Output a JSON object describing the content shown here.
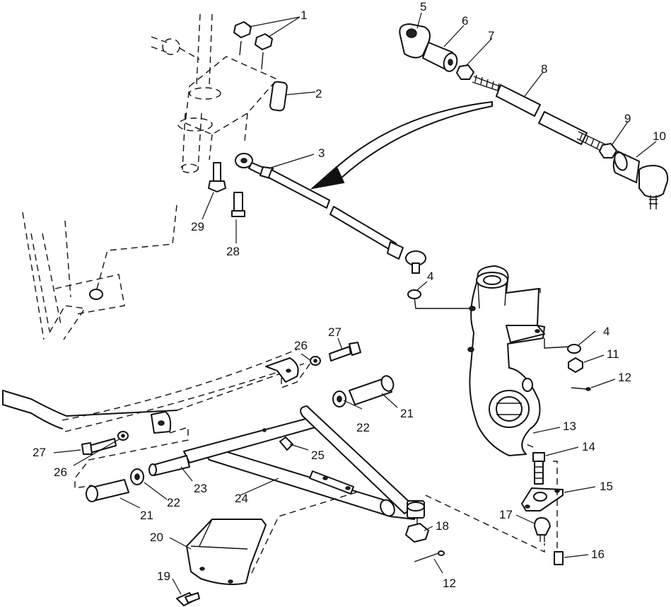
{
  "diagram": {
    "callouts": [
      {
        "id": "c1",
        "label": "1"
      },
      {
        "id": "c2",
        "label": "2"
      },
      {
        "id": "c3",
        "label": "3"
      },
      {
        "id": "c4a",
        "label": "4"
      },
      {
        "id": "c4b",
        "label": "4"
      },
      {
        "id": "c5",
        "label": "5"
      },
      {
        "id": "c6",
        "label": "6"
      },
      {
        "id": "c7",
        "label": "7"
      },
      {
        "id": "c8",
        "label": "8"
      },
      {
        "id": "c9",
        "label": "9"
      },
      {
        "id": "c10",
        "label": "10"
      },
      {
        "id": "c11",
        "label": "11"
      },
      {
        "id": "c12a",
        "label": "12"
      },
      {
        "id": "c12b",
        "label": "12"
      },
      {
        "id": "c13",
        "label": "13"
      },
      {
        "id": "c14",
        "label": "14"
      },
      {
        "id": "c15",
        "label": "15"
      },
      {
        "id": "c16",
        "label": "16"
      },
      {
        "id": "c17",
        "label": "17"
      },
      {
        "id": "c18",
        "label": "18"
      },
      {
        "id": "c19",
        "label": "19"
      },
      {
        "id": "c20",
        "label": "20"
      },
      {
        "id": "c21a",
        "label": "21"
      },
      {
        "id": "c21b",
        "label": "21"
      },
      {
        "id": "c22a",
        "label": "22"
      },
      {
        "id": "c22b",
        "label": "22"
      },
      {
        "id": "c23",
        "label": "23"
      },
      {
        "id": "c24",
        "label": "24"
      },
      {
        "id": "c25",
        "label": "25"
      },
      {
        "id": "c26a",
        "label": "26"
      },
      {
        "id": "c26b",
        "label": "26"
      },
      {
        "id": "c27a",
        "label": "27"
      },
      {
        "id": "c27b",
        "label": "27"
      },
      {
        "id": "c28",
        "label": "28"
      },
      {
        "id": "c29",
        "label": "29"
      }
    ]
  }
}
